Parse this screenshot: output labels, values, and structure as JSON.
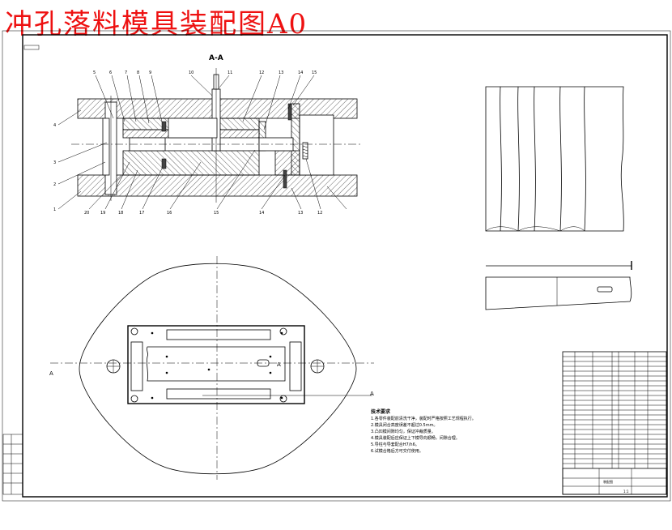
{
  "title": "冲孔落料模具装配图A0",
  "section_label": "A-A",
  "cut_letters": {
    "left": "A",
    "right": "A",
    "mid": "A"
  },
  "callouts_top": [
    "5",
    "6",
    "7",
    "8",
    "9",
    "10",
    "11",
    "12",
    "13",
    "14",
    "15"
  ],
  "callouts_left": [
    "4",
    "3",
    "2",
    "1"
  ],
  "callouts_bottom": [
    "20",
    "19",
    "18",
    "17",
    "16",
    "15",
    "14",
    "13",
    "12"
  ],
  "tech_notes": {
    "title": "技术要求",
    "lines": [
      "1.各零件装配前清洗干净，装配时严格按照工艺规程执行。",
      "2.模具闭合高度误差不超过0.5mm。",
      "3.凸凹模间隙均匀，保证冲裁质量。",
      "4.模具装配后应保证上下模导向顺畅，间隙合理。",
      "5.导柱与导套配合H7/h6。",
      "6.试模合格后方可交付使用。"
    ]
  },
  "title_block": {
    "drawing_name": "装配图",
    "scale": "1:1"
  }
}
